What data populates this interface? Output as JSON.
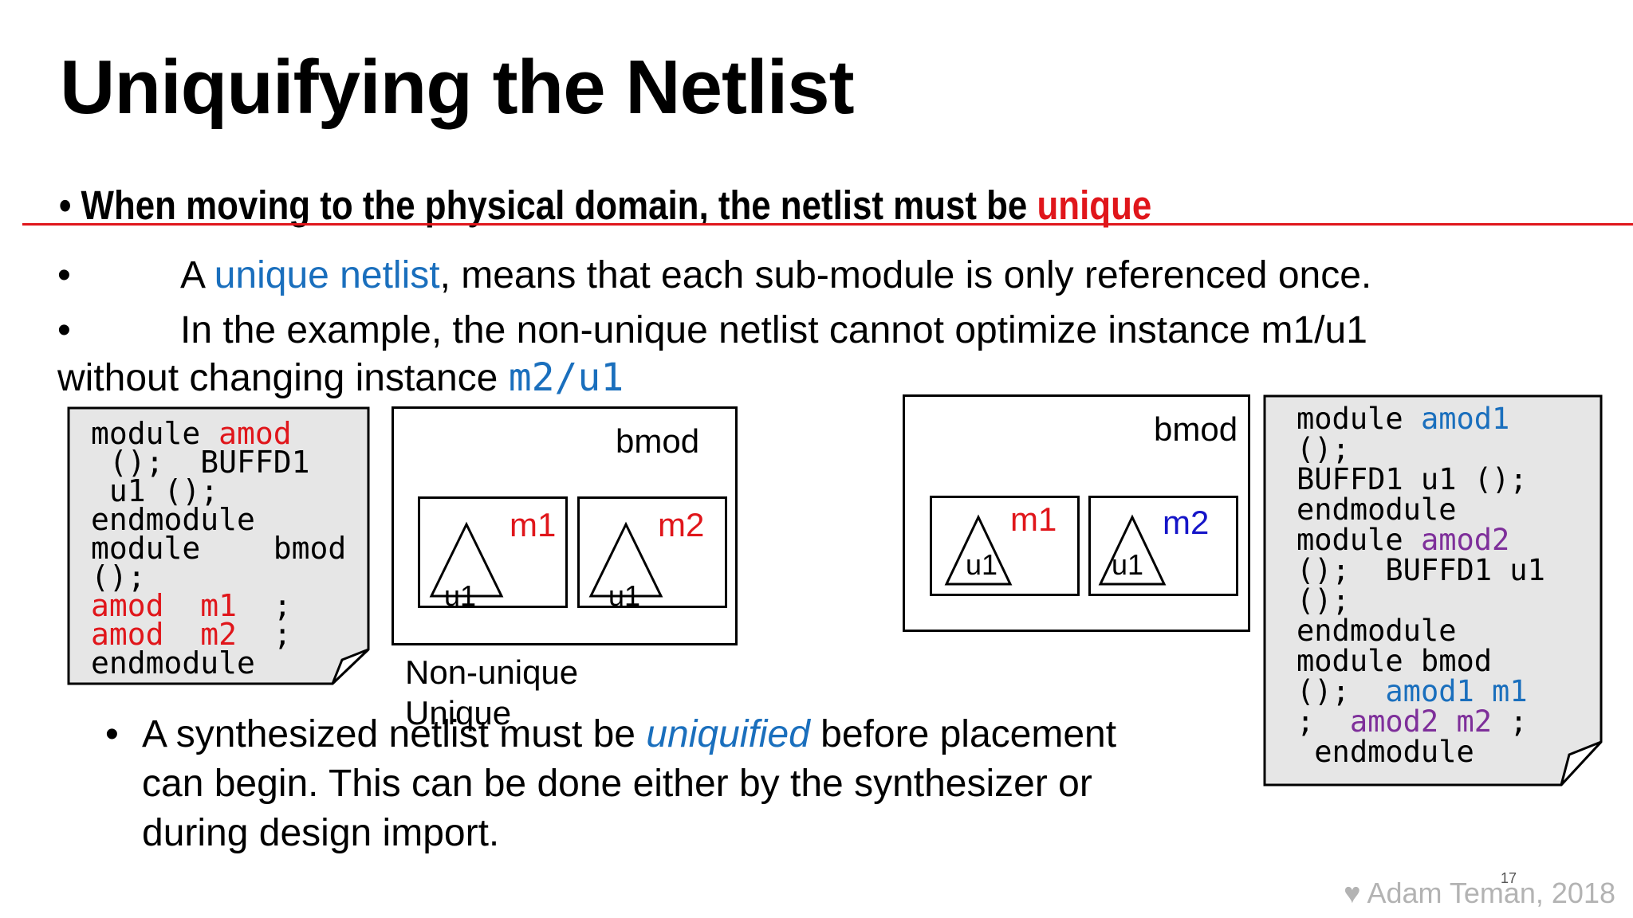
{
  "title": "Uniquifying the Netlist",
  "bullet_main": {
    "marker": "•",
    "text": "When moving to the physical domain, the netlist must be ",
    "highlight": "unique"
  },
  "bullet_2": {
    "marker": "•",
    "pre": "A ",
    "highlight": "unique netlist",
    "post": ", means that each sub-module is only referenced once."
  },
  "bullet_3": {
    "marker": "•",
    "line1": "In the example, the non-unique netlist cannot optimize instance m1/u1",
    "line2_pre": "without  changing instance ",
    "line2_code": "m2/u1"
  },
  "left_code": {
    "l1_kw": "module ",
    "l1_name": "amod",
    "l2": " ();  BUFFD1",
    "l3": " u1 ();",
    "l4": "endmodule",
    "l5": "module    bmod",
    "l6": "();",
    "l7_a": "amod  m1",
    "l7_b": "  ;",
    "l8_a": "amod  m2",
    "l8_b": "  ;",
    "l9": "endmodule"
  },
  "diagram_nonunique": {
    "container": "bmod",
    "inst1": "m1",
    "inst2": "m2",
    "cell1": "u1",
    "cell2": "u1",
    "caption": "Non-unique"
  },
  "diagram_unique": {
    "container": "bmod",
    "inst1": "m1",
    "inst2": "m2",
    "cell1": "u1",
    "cell2": "u1",
    "caption": "Unique"
  },
  "right_code": {
    "l1_kw": "module ",
    "l1_name": "amod1",
    "l2": "();",
    "l3": "BUFFD1 u1 ();",
    "l4": "endmodule",
    "l5_kw": "module ",
    "l5_name": "amod2",
    "l6": "();  BUFFD1 u1",
    "l7": "();",
    "l8": "endmodule",
    "l9": "module bmod",
    "l10_pre": "();  ",
    "l10_name": "amod1 m1",
    "l11_pre": ";  ",
    "l11_name": "amod2 m2",
    "l11_post": " ;",
    "l12": " endmodule"
  },
  "bullet_bottom": {
    "marker": "•",
    "pre": "A synthesized netlist must be ",
    "highlight": "uniquified",
    "post": " before placement",
    "line2": " can begin. This can be done either by the synthesizer or",
    "line3": "during design import."
  },
  "footer": {
    "page_number": "17",
    "credit": "♥ Adam Teman, 2018"
  },
  "colors": {
    "accent_red": "#e0161b",
    "accent_blue": "#1a6fbd",
    "instance_blue": "#1515c8",
    "purple": "#7e2f9a"
  }
}
